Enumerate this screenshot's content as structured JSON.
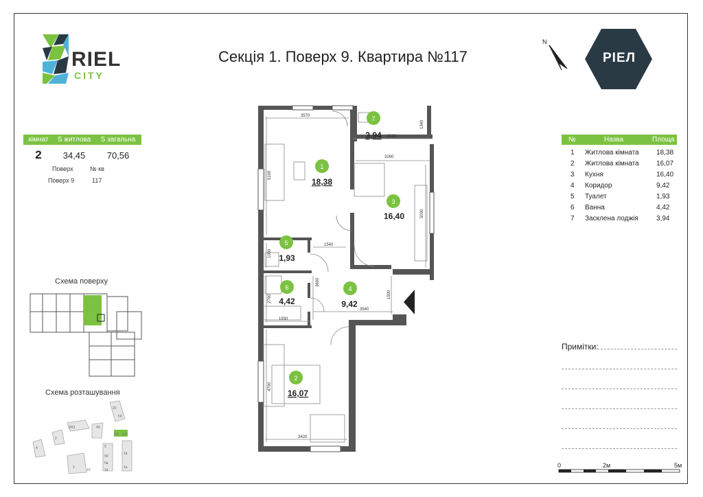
{
  "title": "Секція 1. Поверх 9. Квартира №117",
  "brand": {
    "name": "RIEL",
    "sub": "CITY",
    "right_logo": "РІЕЛ",
    "north": "N",
    "colors": {
      "accent": "#7cc242",
      "hex": "#2a3a45"
    }
  },
  "summary": {
    "headers": [
      "кімнат",
      "S житлова",
      "S загальна"
    ],
    "rooms": "2",
    "living_area": "34,45",
    "total_area": "70,56",
    "floor_label": "Поверх",
    "apt_label": "№ кв",
    "floor_value": "Поверх 9",
    "apt_value": "117"
  },
  "room_table": {
    "headers": [
      "№",
      "Назва",
      "Площа"
    ],
    "rows": [
      {
        "n": "1",
        "name": "Житлова кімната",
        "area": "18,38"
      },
      {
        "n": "2",
        "name": "Житлова кімната",
        "area": "16,07"
      },
      {
        "n": "3",
        "name": "Кухня",
        "area": "16,40"
      },
      {
        "n": "4",
        "name": "Коридор",
        "area": "9,42"
      },
      {
        "n": "5",
        "name": "Туалет",
        "area": "1,93"
      },
      {
        "n": "6",
        "name": "Ванна",
        "area": "4,42"
      },
      {
        "n": "7",
        "name": "Засклена лоджія",
        "area": "3,94"
      }
    ]
  },
  "plan_labels": {
    "r1": {
      "n": "1",
      "area": "18,38"
    },
    "r2": {
      "n": "2",
      "area": "16,07"
    },
    "r3": {
      "n": "3",
      "area": "16,40"
    },
    "r4": {
      "n": "4",
      "area": "9,42"
    },
    "r5": {
      "n": "5",
      "area": "1,93"
    },
    "r6": {
      "n": "6",
      "area": "4,42"
    },
    "r7": {
      "n": "7",
      "area": "3,94"
    }
  },
  "dimensions": [
    "3570",
    "3080",
    "1340",
    "5100",
    "3260",
    "5030",
    "1540",
    "1000",
    "3690",
    "2790",
    "1900",
    "3540",
    "1930",
    "4700",
    "3420"
  ],
  "floor_scheme_label": "Схема поверху",
  "site_scheme_label": "Схема розташування",
  "site_labels": [
    "20",
    "5б",
    "4б",
    "2Н3",
    "3.1",
    "3.2",
    "2",
    "4",
    "1",
    "1б",
    "1в",
    "5",
    "5б",
    "5в",
    "1а",
    "1в"
  ],
  "notes_label": "Примітки:",
  "scale": {
    "zero": "0",
    "mid": "2м",
    "end": "5м"
  }
}
